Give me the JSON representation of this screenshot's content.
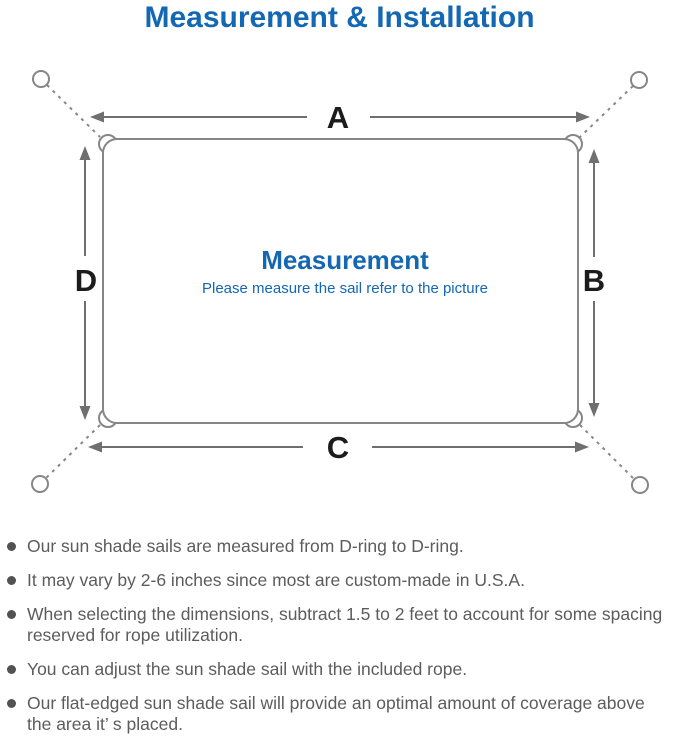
{
  "title": "Measurement & Installation",
  "colors": {
    "accent_blue": "#1467b3",
    "line_gray": "#868686",
    "arrow_gray": "#6f6f6f",
    "label_black": "#1c1c1c",
    "text_gray": "#5c5c5c"
  },
  "diagram": {
    "dimension_labels": {
      "top": "A",
      "right": "B",
      "bottom": "C",
      "left": "D"
    },
    "center_heading": "Measurement",
    "center_subtitle": "Please measure the sail refer to the picture"
  },
  "notes": [
    {
      "lines": [
        "Our sun shade sails are measured from D-ring to D-ring."
      ]
    },
    {
      "lines": [
        "It may vary by 2-6 inches since most are custom-made in U.S.A."
      ]
    },
    {
      "lines": [
        "When selecting the dimensions, subtract 1.5 to 2 feet to account for some spacing",
        "reserved for rope utilization."
      ]
    },
    {
      "lines": [
        "You can adjust the sun shade sail with the included rope."
      ]
    },
    {
      "lines": [
        "Our flat-edged sun shade sail will provide an optimal amount of coverage above",
        "the area it’ s placed."
      ]
    }
  ]
}
